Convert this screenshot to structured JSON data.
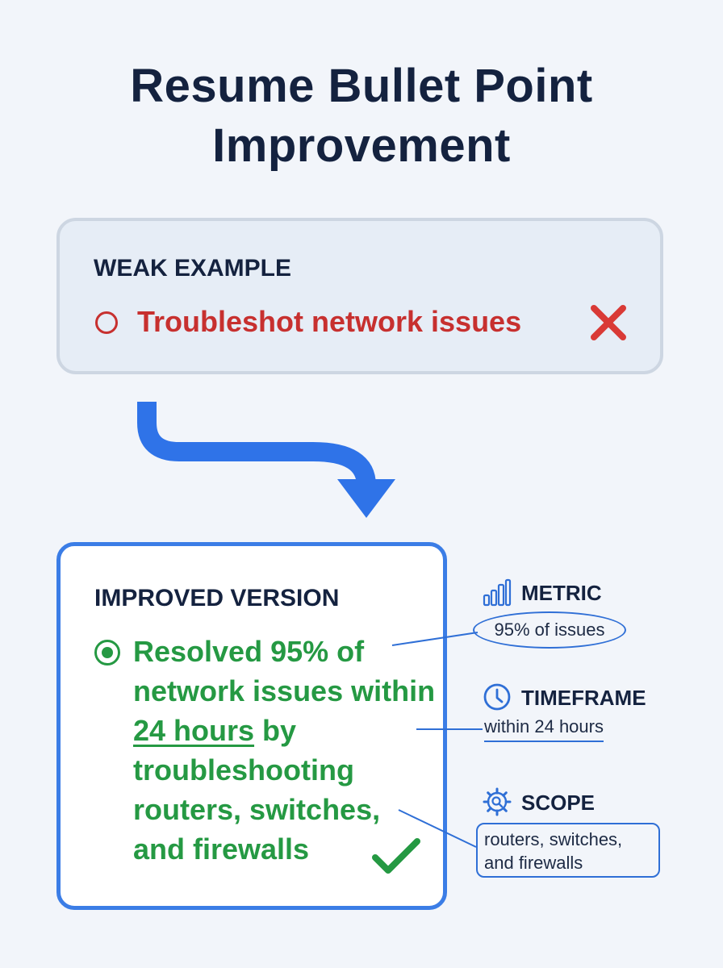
{
  "title": {
    "line1": "Resume Bullet Point",
    "line2": "Improvement"
  },
  "weak": {
    "heading": "WEAK EXAMPLE",
    "bullet": "Troubleshot network issues",
    "icon": "x-mark-icon",
    "color": "#c7302f"
  },
  "improved": {
    "heading": "IMPROVED VERSION",
    "bullet_part1": "Resolved 95% of network issues within ",
    "bullet_highlight": "24 hours",
    "bullet_part2": " by troubleshooting routers, switches, and firewalls",
    "icon": "checkmark-icon",
    "color": "#259943"
  },
  "annotations": {
    "metric": {
      "label": "METRIC",
      "value": "95% of issues",
      "icon": "bar-chart-icon"
    },
    "timeframe": {
      "label": "TIMEFRAME",
      "value": "within 24 hours",
      "icon": "clock-icon"
    },
    "scope": {
      "label": "SCOPE",
      "value_line1": "routers, switches,",
      "value_line2": "and firewalls",
      "icon": "gear-search-icon"
    }
  },
  "colors": {
    "accent": "#3b7de6",
    "title": "#14223f",
    "background": "#f2f5fa"
  }
}
